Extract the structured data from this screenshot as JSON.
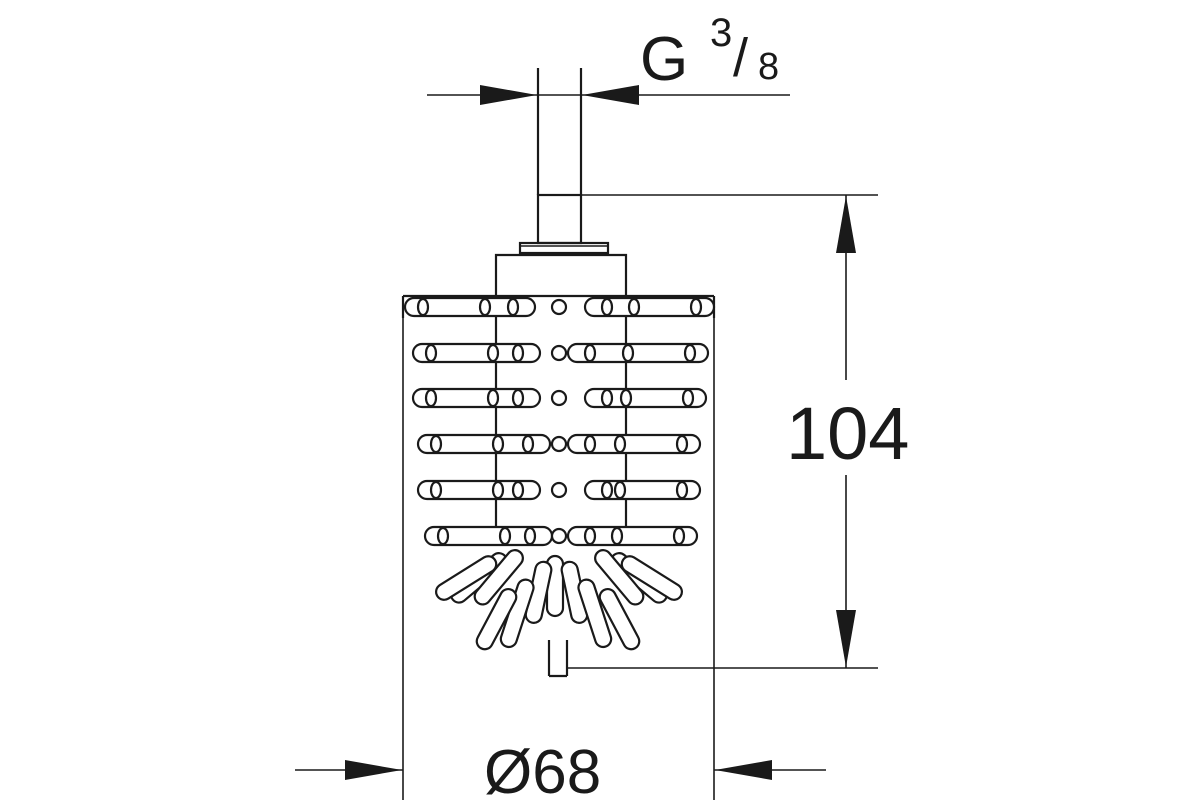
{
  "drawing": {
    "thread_dimension": {
      "letter": "G",
      "numerator": "3",
      "slash": "/",
      "denominator": "8"
    },
    "height_dimension": "104",
    "diameter_dimension": "Ø68"
  },
  "colors": {
    "line": "#1a1a1a",
    "background": "#ffffff"
  }
}
